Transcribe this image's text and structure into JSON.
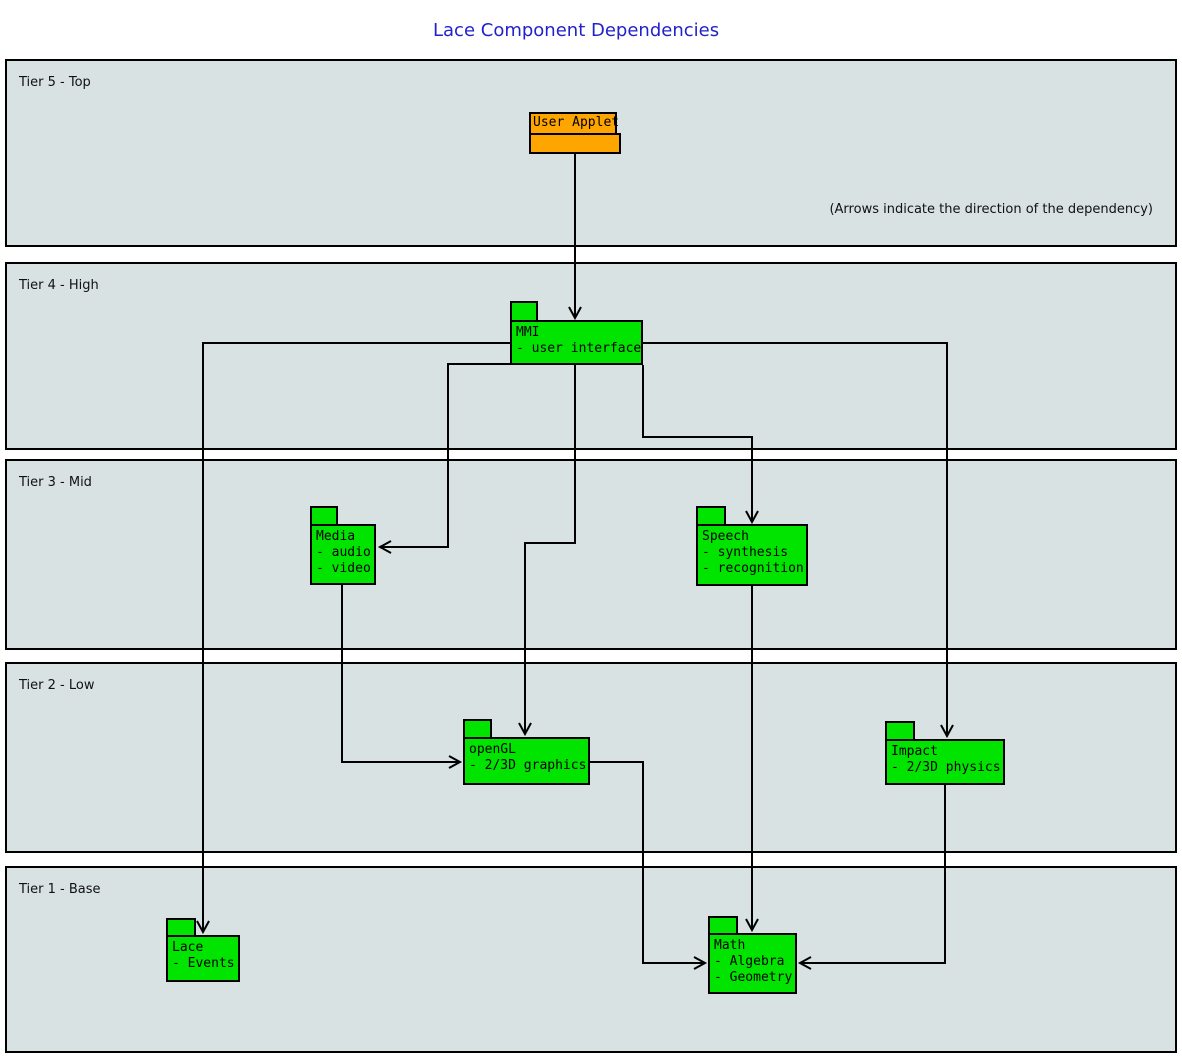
{
  "title": "Lace Component Dependencies",
  "note": "(Arrows indicate the direction of the dependency)",
  "colors": {
    "component_fill": "#00e400",
    "applet_fill": "#ffa500",
    "tier_fill": "#d8e2e2",
    "title_color": "#2222cc",
    "line_color": "#000000"
  },
  "tiers": [
    {
      "label": "Tier 5 - Top"
    },
    {
      "label": "Tier 4 - High"
    },
    {
      "label": "Tier 3 - Mid"
    },
    {
      "label": "Tier 2 - Low"
    },
    {
      "label": "Tier 1 - Base"
    }
  ],
  "components": {
    "user_applet": {
      "label": "User Applet"
    },
    "mmi": {
      "lines": [
        "MMI",
        "- user interface"
      ]
    },
    "media": {
      "lines": [
        "Media",
        "- audio",
        "- video"
      ]
    },
    "speech": {
      "lines": [
        "Speech",
        "- synthesis",
        "- recognition"
      ]
    },
    "opengl": {
      "lines": [
        "openGL",
        "- 2/3D graphics"
      ]
    },
    "impact": {
      "lines": [
        "Impact",
        "- 2/3D physics"
      ]
    },
    "lace": {
      "lines": [
        "Lace",
        "- Events"
      ]
    },
    "math": {
      "lines": [
        "Math",
        "- Algebra",
        "- Geometry"
      ]
    }
  },
  "dependencies": [
    {
      "from": "User Applet",
      "to": "MMI"
    },
    {
      "from": "MMI",
      "to": "Lace"
    },
    {
      "from": "MMI",
      "to": "Media"
    },
    {
      "from": "MMI",
      "to": "openGL"
    },
    {
      "from": "MMI",
      "to": "Speech"
    },
    {
      "from": "MMI",
      "to": "Impact"
    },
    {
      "from": "Media",
      "to": "openGL"
    },
    {
      "from": "openGL",
      "to": "Math"
    },
    {
      "from": "Speech",
      "to": "Math"
    },
    {
      "from": "Impact",
      "to": "Math"
    }
  ]
}
